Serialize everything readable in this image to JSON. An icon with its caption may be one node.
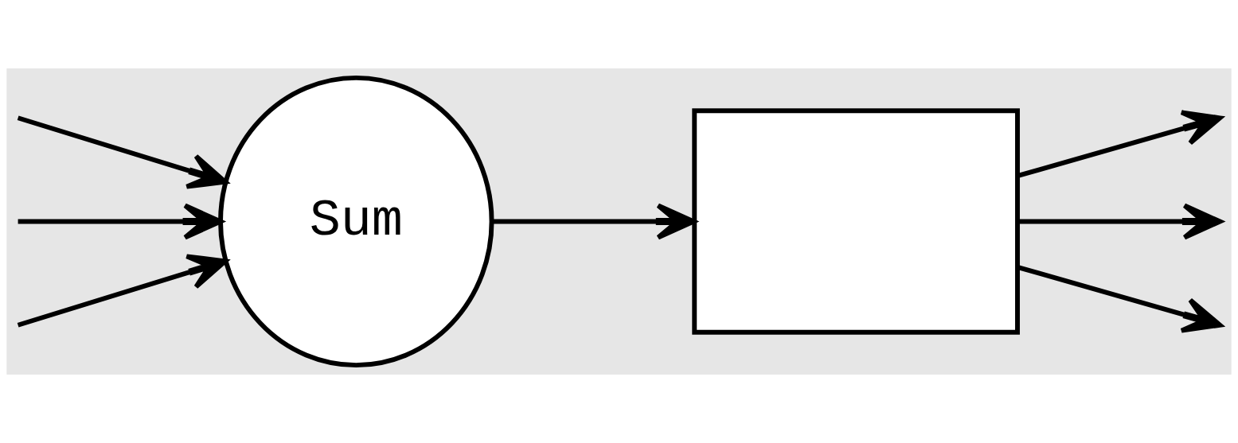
{
  "diagram": {
    "nodes": [
      {
        "text": [
          "Sum"
        ]
      },
      {
        "text": [],
        "shape": "box"
      }
    ],
    "edges": [
      {
        "from": null,
        "to": 0,
        "arrow": "to"
      },
      {
        "from": null,
        "to": 0,
        "arrow": "to"
      },
      {
        "from": null,
        "to": 0,
        "arrow": "to"
      },
      {
        "from": 0,
        "to": 1,
        "arrow": "to"
      },
      {
        "from": 1,
        "to": null,
        "arrow": "to"
      },
      {
        "from": 1,
        "to": null,
        "arrow": "to"
      },
      {
        "from": 1,
        "to": null,
        "arrow": "to"
      }
    ]
  }
}
